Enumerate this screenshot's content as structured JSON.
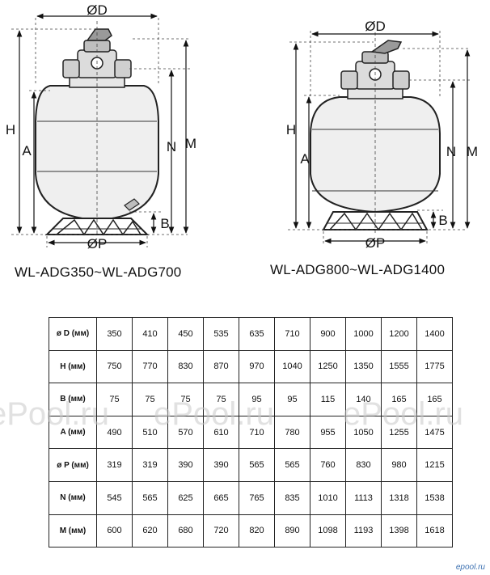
{
  "labels": {
    "dia_d": "ØD",
    "h": "H",
    "a": "A",
    "n": "N",
    "m": "M",
    "b": "B",
    "dia_p": "ØP"
  },
  "captions": {
    "left": "WL-ADG350~WL-ADG700",
    "right": "WL-ADG800~WL-ADG1400"
  },
  "table": {
    "rows": [
      {
        "label": "ø D (мм)",
        "values": [
          "350",
          "410",
          "450",
          "535",
          "635",
          "710",
          "900",
          "1000",
          "1200",
          "1400"
        ]
      },
      {
        "label": "H (мм)",
        "values": [
          "750",
          "770",
          "830",
          "870",
          "970",
          "1040",
          "1250",
          "1350",
          "1555",
          "1775"
        ]
      },
      {
        "label": "B (мм)",
        "values": [
          "75",
          "75",
          "75",
          "75",
          "95",
          "95",
          "115",
          "140",
          "165",
          "165"
        ]
      },
      {
        "label": "A (мм)",
        "values": [
          "490",
          "510",
          "570",
          "610",
          "710",
          "780",
          "955",
          "1050",
          "1255",
          "1475"
        ]
      },
      {
        "label": "ø P (мм)",
        "values": [
          "319",
          "319",
          "390",
          "390",
          "565",
          "565",
          "760",
          "830",
          "980",
          "1215"
        ]
      },
      {
        "label": "N (мм)",
        "values": [
          "545",
          "565",
          "625",
          "665",
          "765",
          "835",
          "1010",
          "1113",
          "1318",
          "1538"
        ]
      },
      {
        "label": "M (мм)",
        "values": [
          "600",
          "620",
          "680",
          "720",
          "820",
          "890",
          "1098",
          "1193",
          "1398",
          "1618"
        ]
      }
    ]
  },
  "watermark": "ePool.ru",
  "logo": "epool.ru"
}
